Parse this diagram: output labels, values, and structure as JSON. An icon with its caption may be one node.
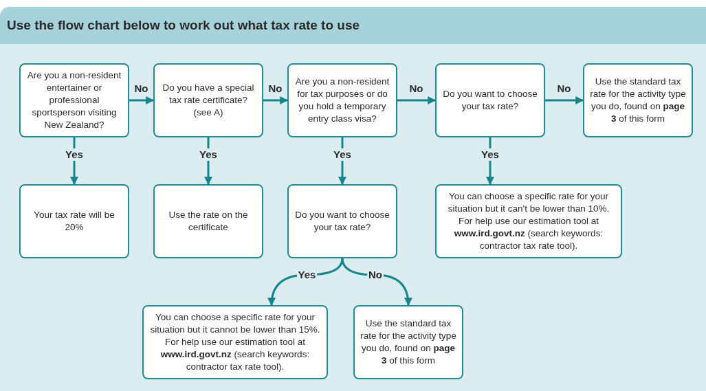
{
  "diagram": {
    "title": "Use the flow chart below to work out what tax rate to use",
    "nodes": [
      {
        "text": [
          "Are you a non-resident entertainer or professional sportsperson visiting New Zealand?"
        ]
      },
      {
        "text": [
          "Do you have a special tax rate certificate? (see A)"
        ]
      },
      {
        "text": [
          "Are you a non-resident for tax purposes or do you hold a temporary entry class visa?"
        ]
      },
      {
        "text": [
          "Do you want to choose your tax rate?"
        ]
      },
      {
        "text": [
          "Use the standard tax rate for the activity type you do, found on **page 3** of this form"
        ]
      },
      {
        "text": [
          "Your tax rate will be 20%"
        ]
      },
      {
        "text": [
          "Use the rate on the certificate"
        ]
      },
      {
        "text": [
          "Do you want to choose your tax rate?"
        ]
      },
      {
        "text": [
          "You can choose a specific rate for your situation but it can't be lower than 10%. For help use our estimation tool at **www.ird.govt.nz** (search keywords: contractor tax rate tool)."
        ]
      },
      {
        "text": [
          "You can choose a specific rate for your situation but it cannot be lower than 15%. For help use our estimation tool at **www.ird.govt.nz** (search keywords: contractor tax rate tool)."
        ]
      },
      {
        "text": [
          "Use the standard tax rate for the activity type you do, found on **page 3** of this form"
        ]
      }
    ],
    "edges": [
      {
        "from": 0,
        "to": 1,
        "arrow": "to",
        "label": "No"
      },
      {
        "from": 1,
        "to": 2,
        "arrow": "to",
        "label": "No"
      },
      {
        "from": 2,
        "to": 3,
        "arrow": "to",
        "label": "No"
      },
      {
        "from": 3,
        "to": 4,
        "arrow": "to",
        "label": "No"
      },
      {
        "from": 0,
        "to": 5,
        "arrow": "to",
        "label": "Yes"
      },
      {
        "from": 1,
        "to": 6,
        "arrow": "to",
        "label": "Yes"
      },
      {
        "from": 2,
        "to": 7,
        "arrow": "to",
        "label": "Yes"
      },
      {
        "from": 3,
        "to": 8,
        "arrow": "to",
        "label": "Yes"
      },
      {
        "from": 7,
        "to": 9,
        "arrow": "to",
        "label": "Yes"
      },
      {
        "from": 7,
        "to": 10,
        "arrow": "to",
        "label": "No"
      }
    ]
  }
}
